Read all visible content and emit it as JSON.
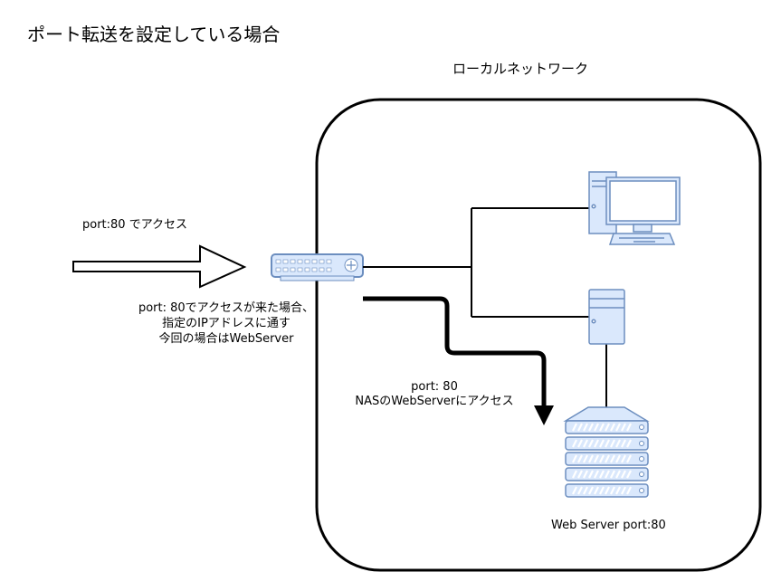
{
  "title": "ポート転送を設定している場合",
  "lan_label": "ローカルネットワーク",
  "external_label": "port:80 でアクセス",
  "router_note": {
    "line1": "port: 80でアクセスが来た場合、",
    "line2": "指定のIPアドレスに通す",
    "line3": "今回の場合はWebServer"
  },
  "nas_note": {
    "line1": "port: 80",
    "line2": "NASのWebServerにアクセス"
  },
  "webserver_label": "Web Server port:80",
  "colors": {
    "device_fill": "#dae8fc",
    "device_stroke": "#6c8ebf",
    "line": "#000000"
  },
  "icons": [
    "router-icon",
    "desktop-pc-icon",
    "tower-server-icon",
    "rack-server-icon",
    "arrow-icon"
  ]
}
